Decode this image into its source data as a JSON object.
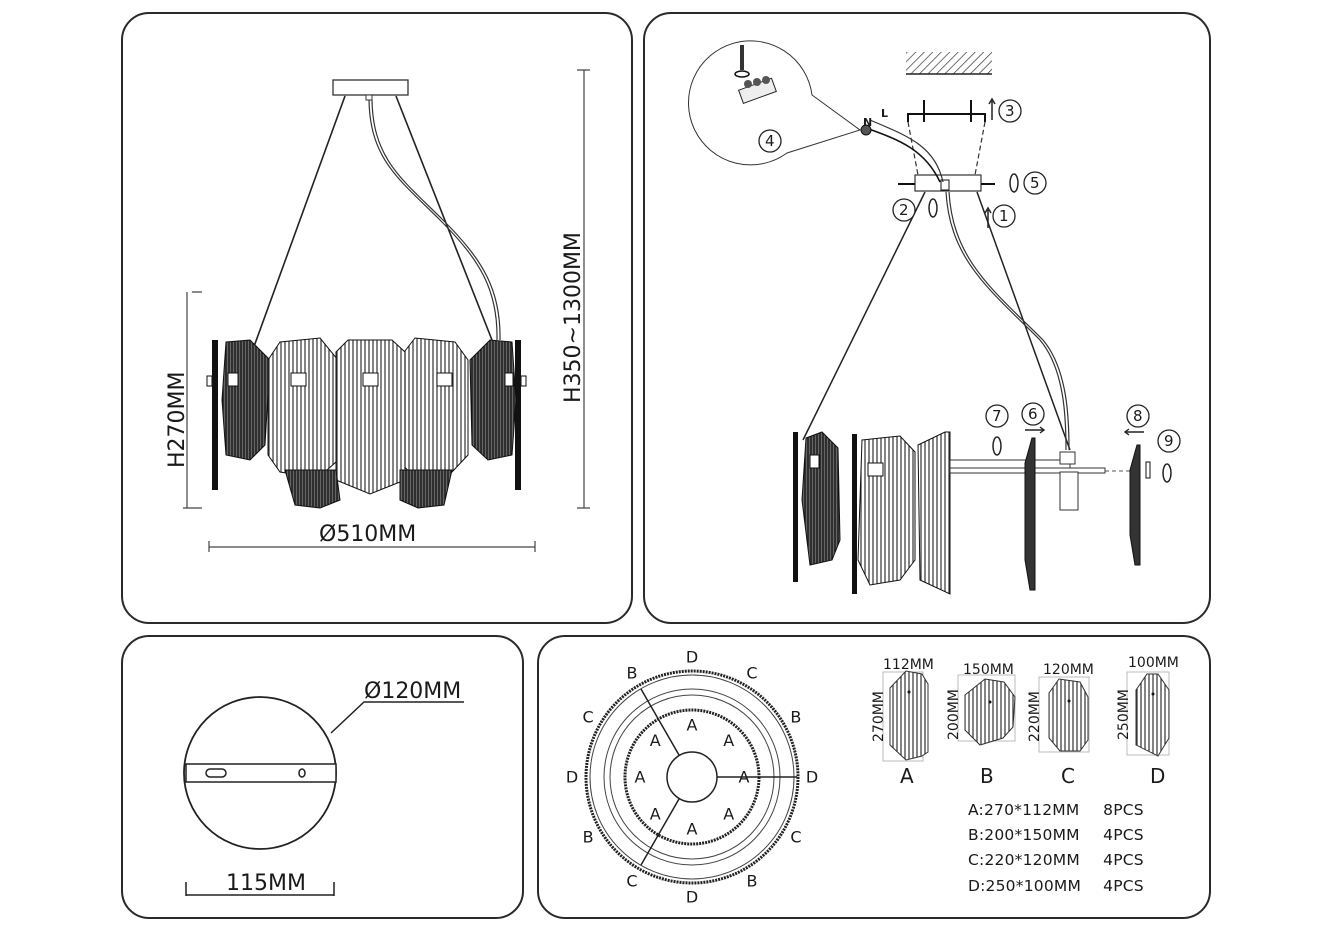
{
  "overview": {
    "height_total": "H350~1300MM",
    "height_body": "H270MM",
    "diameter": "Ø510MM"
  },
  "assembly": {
    "wire_labels": {
      "neutral": "N",
      "live": "L"
    },
    "steps": [
      "1",
      "2",
      "3",
      "4",
      "5",
      "6",
      "7",
      "8",
      "9"
    ]
  },
  "canopy": {
    "diameter": "Ø120MM",
    "bracket_length": "115MM"
  },
  "layout": {
    "inner_ring_labels": [
      "A",
      "A",
      "A",
      "A",
      "A",
      "A",
      "A",
      "A"
    ],
    "outer_ring_labels": [
      "D",
      "C",
      "B",
      "D",
      "C",
      "B",
      "D",
      "C",
      "B",
      "D",
      "C",
      "B"
    ]
  },
  "parts": [
    {
      "letter": "A",
      "width": "112MM",
      "height": "270MM"
    },
    {
      "letter": "B",
      "width": "150MM",
      "height": "200MM"
    },
    {
      "letter": "C",
      "width": "120MM",
      "height": "220MM"
    },
    {
      "letter": "D",
      "width": "100MM",
      "height": "250MM"
    }
  ],
  "parts_list": [
    {
      "spec": "A:270*112MM",
      "qty": "8PCS"
    },
    {
      "spec": "B:200*150MM",
      "qty": "4PCS"
    },
    {
      "spec": "C:220*120MM",
      "qty": "4PCS"
    },
    {
      "spec": "D:250*100MM",
      "qty": "4PCS"
    }
  ]
}
